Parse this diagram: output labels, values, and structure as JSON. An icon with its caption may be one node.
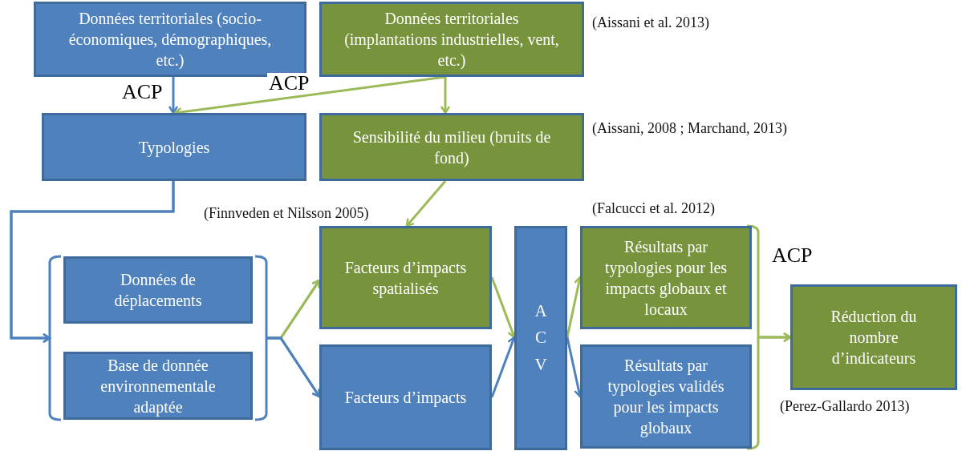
{
  "diagram": {
    "nodes": [
      {
        "text": [
          "Données territoriales (socio-économiques, démographiques, etc.)"
        ]
      },
      {
        "text": [
          "Données territoriales (implantations industrielles, vent, etc.)"
        ],
        "beside": [
          "(Aissani et al. 2013)"
        ]
      },
      {
        "text": [
          "Typologies"
        ]
      },
      {
        "text": [
          "Sensibilité du milieu (bruits de fond)"
        ],
        "beside": [
          "(Aissani, 2008 ; Marchand, 2013)"
        ]
      },
      {
        "text": [
          "Données de déplacements"
        ]
      },
      {
        "text": [
          "Base de donnée environnementale adaptée"
        ]
      },
      {
        "text": [
          "Facteurs d’impacts spatialisés"
        ],
        "beside": [
          "(Finnveden et Nilsson 2005)"
        ]
      },
      {
        "text": [
          "Facteurs d’impacts"
        ]
      },
      {
        "text": [
          "ACV"
        ]
      },
      {
        "text": [
          "Résultats par typologies pour les impacts globaux et locaux"
        ],
        "beside": [
          "(Falcucci et al. 2012)"
        ]
      },
      {
        "text": [
          "Résultats par typologies  validés pour les impacts globaux"
        ]
      },
      {
        "text": [
          "Réduction du nombre d’indicateurs"
        ],
        "beside": [
          "(Perez-Gallardo 2013)"
        ]
      }
    ],
    "edges": [
      {
        "from": 0,
        "to": 2,
        "arrow": "to",
        "label": "ACP",
        "color": "#4f81bd"
      },
      {
        "from": 1,
        "to": 2,
        "arrow": "to",
        "label": "ACP"
      },
      {
        "from": 1,
        "to": 3,
        "arrow": "to"
      },
      {
        "from": 2,
        "to": 4,
        "arrow": "to",
        "color": "#4f81bd"
      },
      {
        "from": 2,
        "to": 5,
        "arrow": "to",
        "color": "#4f81bd"
      },
      {
        "from": 4,
        "to": 6,
        "arrow": "to"
      },
      {
        "from": 5,
        "to": 6,
        "arrow": "to"
      },
      {
        "from": 4,
        "to": 7,
        "arrow": "to",
        "color": "#4f81bd"
      },
      {
        "from": 5,
        "to": 7,
        "arrow": "to",
        "color": "#4f81bd"
      },
      {
        "from": 3,
        "to": 6,
        "arrow": "to"
      },
      {
        "from": 6,
        "to": 8,
        "arrow": "to"
      },
      {
        "from": 7,
        "to": 8,
        "arrow": "to",
        "color": "#4f81bd"
      },
      {
        "from": 8,
        "to": 9,
        "arrow": "to"
      },
      {
        "from": 8,
        "to": 10,
        "arrow": "to",
        "color": "#4f81bd"
      },
      {
        "from": 9,
        "to": 11,
        "arrow": "to",
        "label": "ACP"
      },
      {
        "from": 10,
        "to": 11,
        "arrow": "to"
      }
    ]
  }
}
